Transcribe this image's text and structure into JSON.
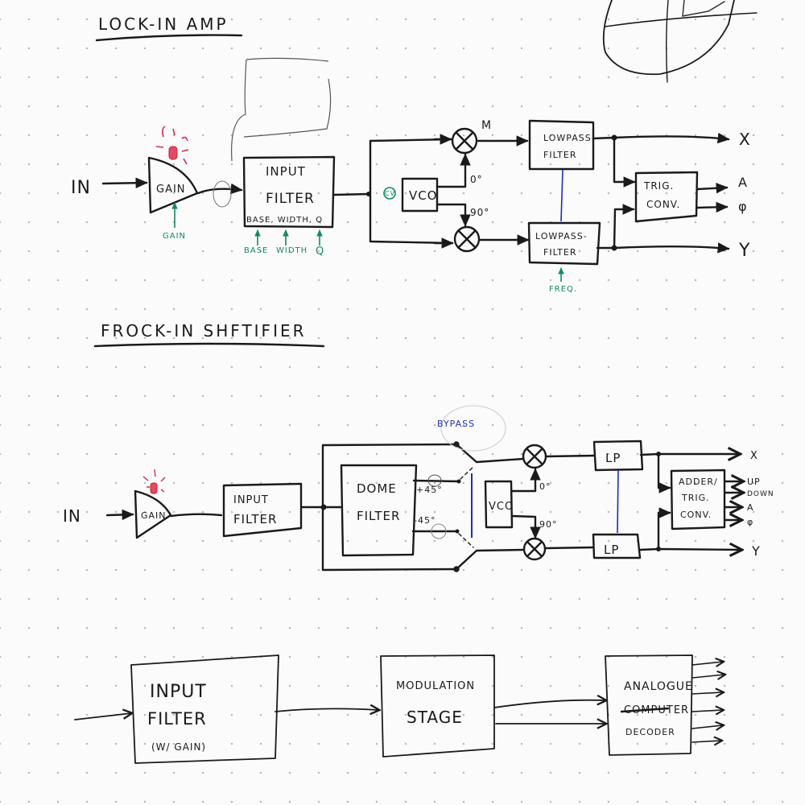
{
  "colors": {
    "ink": "#1a1a1a",
    "annotation_green": "#138a5e",
    "annotation_blue": "#2030b8",
    "alarm_red": "#d42a4a",
    "paper": "#fbfbfc"
  },
  "section1": {
    "title": "LOCK-IN AMP",
    "input_label": "IN",
    "gain_label": "GAIN",
    "gain_control": "GAIN",
    "input_filter": {
      "line1": "INPUT",
      "line2": "FILTER",
      "params": "BASE, WIDTH, Q"
    },
    "filter_controls": [
      "BASE",
      "WIDTH",
      "Q"
    ],
    "vco": {
      "label": "VCO",
      "cv_label": "CV"
    },
    "mixer_top_label": "M",
    "phase_0": "0°",
    "phase_90": "90°",
    "lowpass_top": {
      "line1": "LOWPASS-",
      "line2": "FILTER"
    },
    "lowpass_bottom": {
      "line1": "LOWPASS-",
      "line2": "FILTER"
    },
    "freq_control": "FREQ.",
    "trig_conv": {
      "line1": "TRIG.",
      "line2": "CONV."
    },
    "outputs": [
      "X",
      "A",
      "φ",
      "Y"
    ]
  },
  "section2": {
    "title": "FROCK-IN SHFTIFIER",
    "input_label": "IN",
    "gain_label": "GAIN",
    "input_filter": {
      "line1": "INPUT",
      "line2": "FILTER"
    },
    "dome_filter": {
      "line1": "DOME",
      "line2": "FILTER"
    },
    "plus45": "+45°",
    "minus45": "-45°",
    "bypass_label": "BYPASS",
    "vco_label": "VCO",
    "phase_0": "0°",
    "phase_90": "90°",
    "lp_top": "LP",
    "lp_bottom": "LP",
    "adder": {
      "line1": "ADDER/",
      "line2": "TRIG.",
      "line3": "CONV."
    },
    "outputs": [
      "X",
      "UP",
      "DOWN",
      "A",
      "φ",
      "Y"
    ]
  },
  "section3": {
    "input_filter": {
      "line1": "INPUT",
      "line2": "FILTER",
      "line3": "(W/ GAIN)"
    },
    "modulation": {
      "line1": "MODULATION",
      "line2": "STAGE"
    },
    "decoder": {
      "line1": "ANALOGUE",
      "struck": "COMPUTER",
      "line3": "DECODER"
    },
    "output_count": 6
  }
}
